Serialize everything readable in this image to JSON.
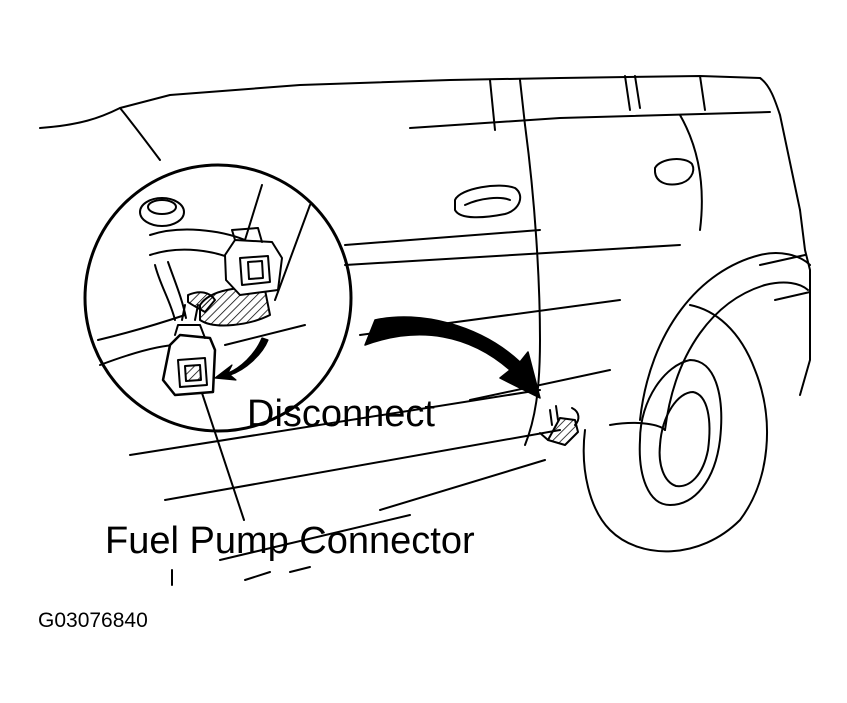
{
  "labels": {
    "disconnect": "Disconnect",
    "fuel_pump_connector": "Fuel Pump Connector",
    "figure_id": "G03076840"
  },
  "colors": {
    "line": "#000000",
    "background": "#ffffff"
  }
}
